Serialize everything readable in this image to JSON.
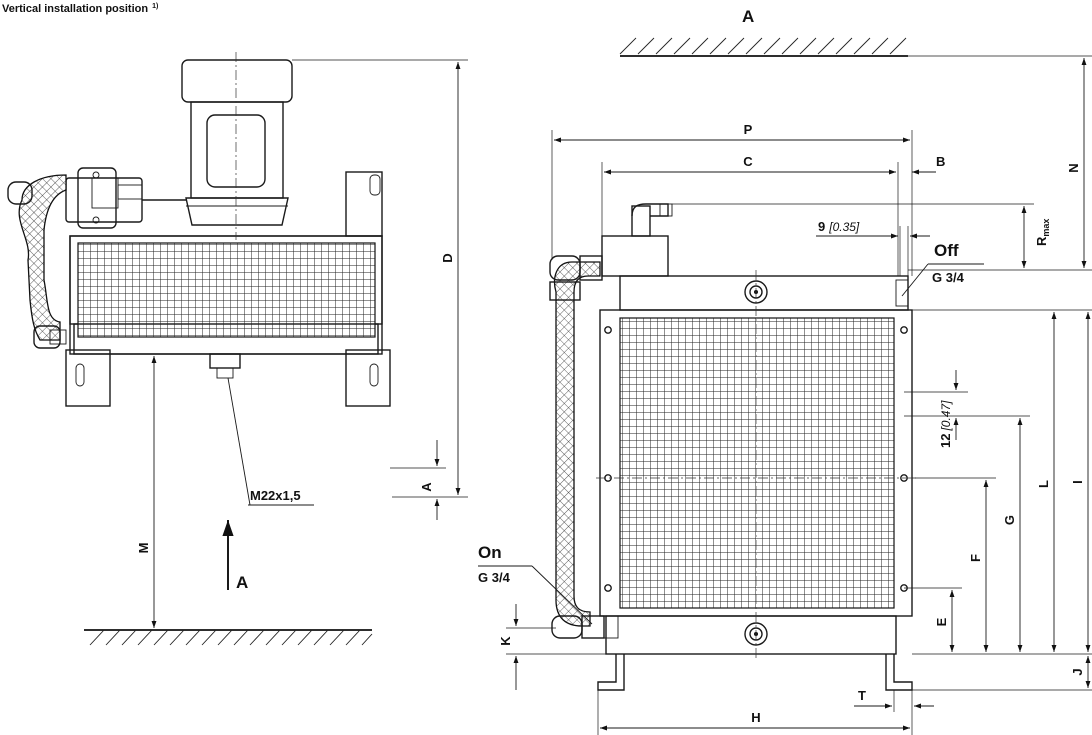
{
  "title": {
    "text": "Vertical installation position",
    "footnote": "1)"
  },
  "view_marker": "A",
  "left_view": {
    "dims": {
      "D": "D",
      "A": "A",
      "M": "M"
    },
    "thread": "M22x1,5",
    "arrow_label": "A"
  },
  "right_view": {
    "dims": {
      "P": "P",
      "C": "C",
      "B": "B",
      "N": "N",
      "R": "R",
      "R_sub": "max",
      "I": "I",
      "L": "L",
      "G": "G",
      "F": "F",
      "E": "E",
      "H": "H",
      "T": "T",
      "J": "J",
      "K": "K"
    },
    "dim_9": {
      "value": "9",
      "inch": "[0.35]"
    },
    "dim_12": {
      "value": "12",
      "inch": "[0.47]"
    },
    "port_off": {
      "label": "Off",
      "thread": "G 3/4"
    },
    "port_on": {
      "label": "On",
      "thread": "G 3/4"
    }
  }
}
